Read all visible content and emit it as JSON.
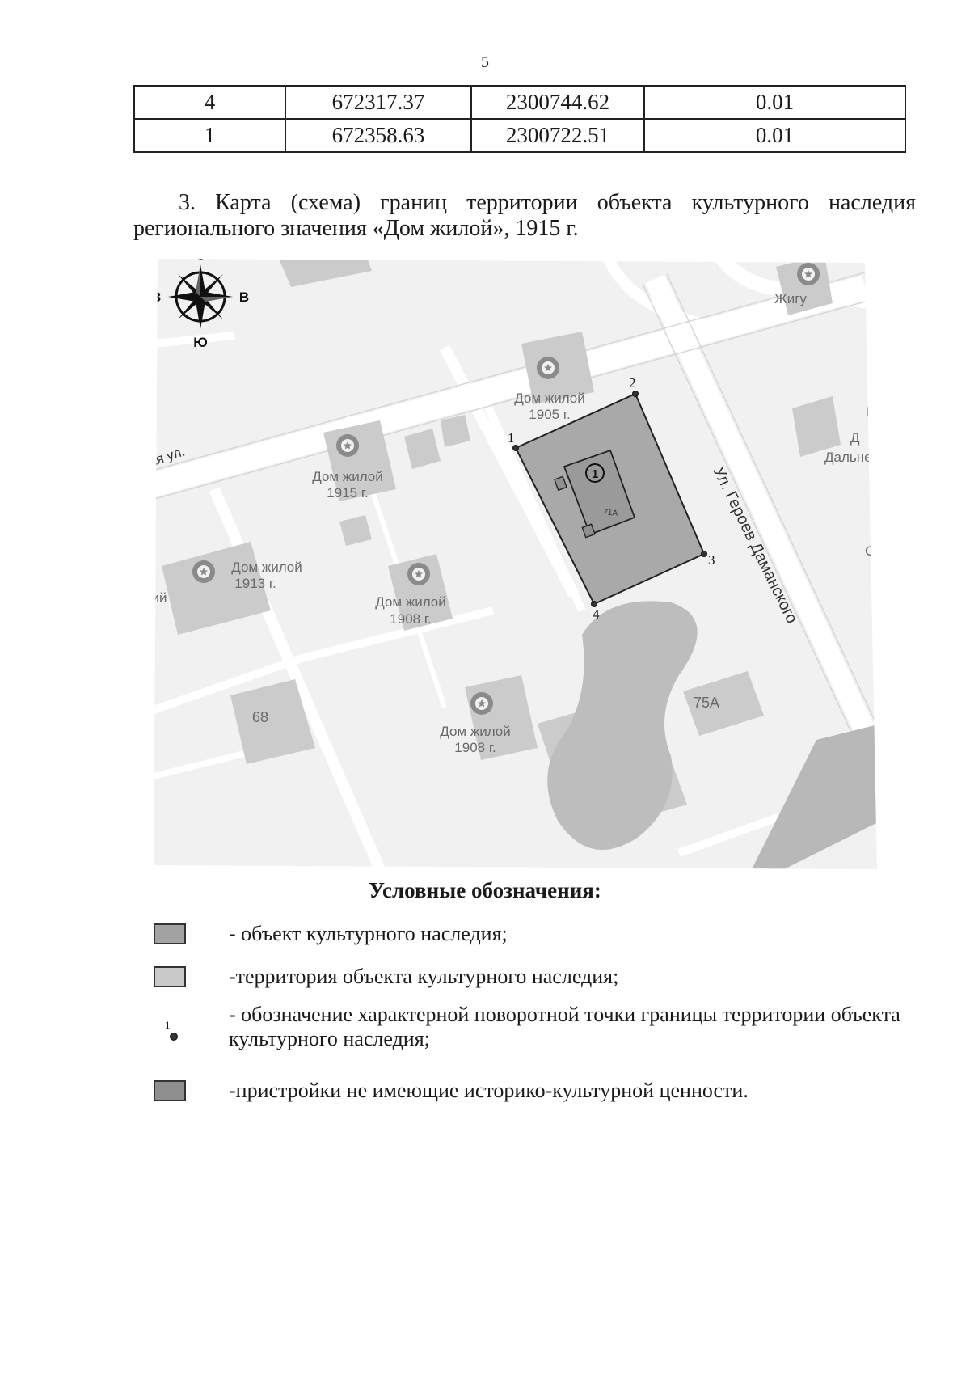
{
  "page": {
    "number": "5"
  },
  "table": {
    "rows": [
      [
        "4",
        "672317.37",
        "2300744.62",
        "0.01"
      ],
      [
        "1",
        "672358.63",
        "2300722.51",
        "0.01"
      ]
    ]
  },
  "heading": {
    "line1": "3. Карта (схема) границ территории объекта культурного наследия",
    "line2": "регионального значения «Дом жилой», 1915 г."
  },
  "map": {
    "compass": {
      "n": "С",
      "s": "Ю",
      "w": "З",
      "e": "В"
    },
    "street_1": "Ул. Героев Даманского",
    "street_2": "ая ул.",
    "building_labels": [
      {
        "name": "Дом жилой",
        "year": "1905 г."
      },
      {
        "name": "Дом жилой",
        "year": "1915 г."
      },
      {
        "name": "Дом жилой",
        "year": "1913 г."
      },
      {
        "name": "Дом жилой",
        "year": "1908 г."
      },
      {
        "name": "Дом жилой",
        "year": "1908 г."
      }
    ],
    "house_numbers": [
      "68",
      "75А"
    ],
    "object_number": "1",
    "object_address": "71А",
    "point_labels": [
      "1",
      "2",
      "3",
      "4"
    ],
    "edge_labels": [
      "Жигу",
      "Д",
      "Дальне",
      "рий",
      "С"
    ],
    "colors": {
      "background": "#f1f1f1",
      "road": "#ffffff",
      "building": "#cbcbcb",
      "territory": "#a8a8a8",
      "water": "#bdbdbd",
      "poi_icon": "#8a8a8a"
    }
  },
  "legend": {
    "title": "Условные обозначения:",
    "items": [
      {
        "text": "- объект культурного наследия;",
        "color": "#a3a3a3"
      },
      {
        "text": "-территория объекта культурного наследия;",
        "color": "#c9c9c9"
      },
      {
        "text": "- обозначение характерной поворотной точки границы территории объекта культурного наследия;",
        "glyph_label": "1"
      },
      {
        "text": "-пристройки не имеющие историко-культурной ценности.",
        "color": "#8f8f8f"
      }
    ]
  }
}
